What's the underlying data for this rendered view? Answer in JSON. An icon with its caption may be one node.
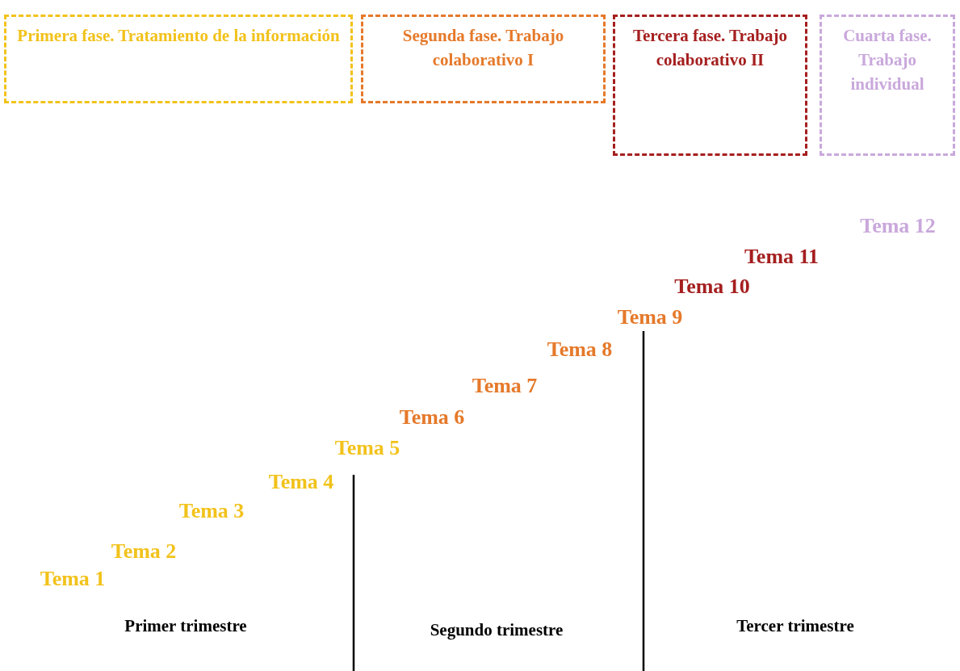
{
  "diagram": {
    "nodes": [
      {
        "text": [
          "Primera fase. Tratamiento de la información"
        ]
      },
      {
        "text": [
          "Segunda fase. Trabajo colaborativo I"
        ]
      },
      {
        "text": [
          "Tercera fase. Trabajo colaborativo II"
        ]
      },
      {
        "text": [
          "Cuarta fase. Trabajo individual"
        ]
      }
    ],
    "edges": [],
    "labels": [
      "Tema 12",
      "Tema 11",
      "Tema 10",
      "Tema 9",
      "Tema 8",
      "Tema 7",
      "Tema 6",
      "Tema 5",
      "Tema 4",
      "Tema 3",
      "Tema 2",
      "Tema 1",
      "Primer trimestre",
      "Segundo trimestre",
      "Tercer trimestre"
    ]
  }
}
